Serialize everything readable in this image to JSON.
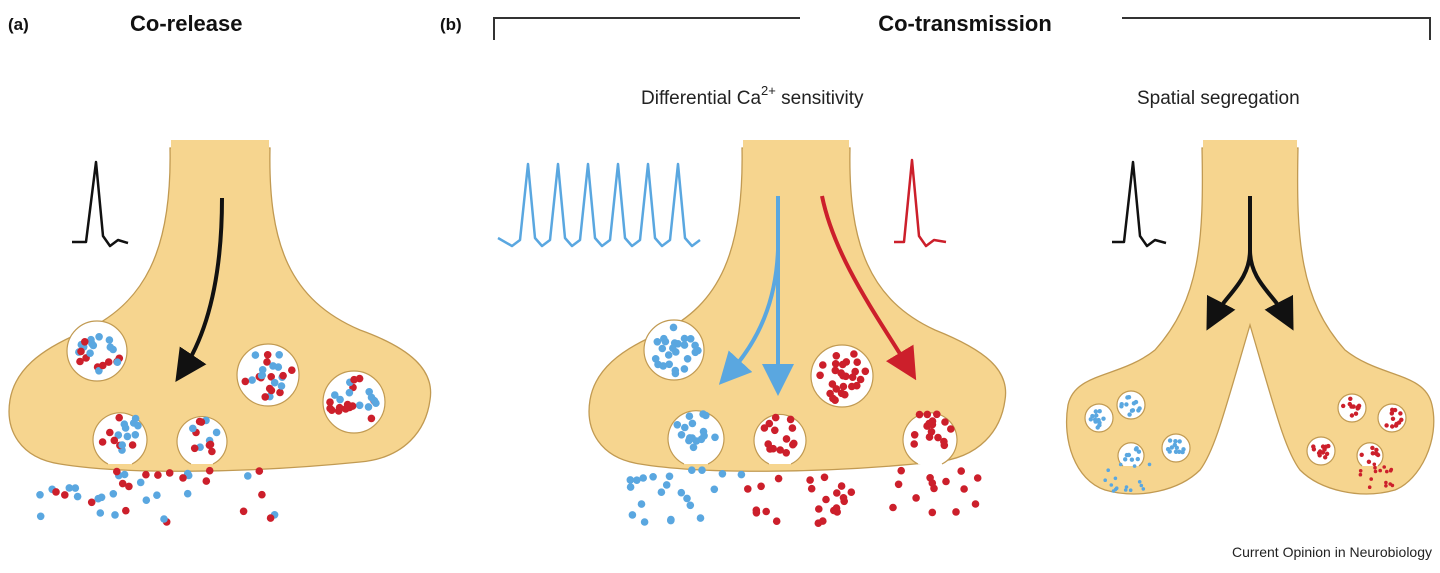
{
  "panel_a": {
    "letter": "(a)",
    "title": "Co-release"
  },
  "panel_b": {
    "letter": "(b)",
    "title": "Co-transmission",
    "sub_left": {
      "text": "Differential Ca",
      "sup": "2+",
      "rest": " sensitivity"
    },
    "sub_right": "Spatial segregation"
  },
  "credit": "Current Opinion in Neurobiology",
  "colors": {
    "terminal_fill": "#f6d58f",
    "terminal_stroke": "#c19a52",
    "transmitter_blue": "#5aa7e0",
    "transmitter_red": "#cc1f2b",
    "arrow_black": "#111111"
  },
  "icons": [
    "action-potential-trace-icon",
    "arrow-icon",
    "vesicle-icon",
    "transmitter-dot-icon"
  ]
}
